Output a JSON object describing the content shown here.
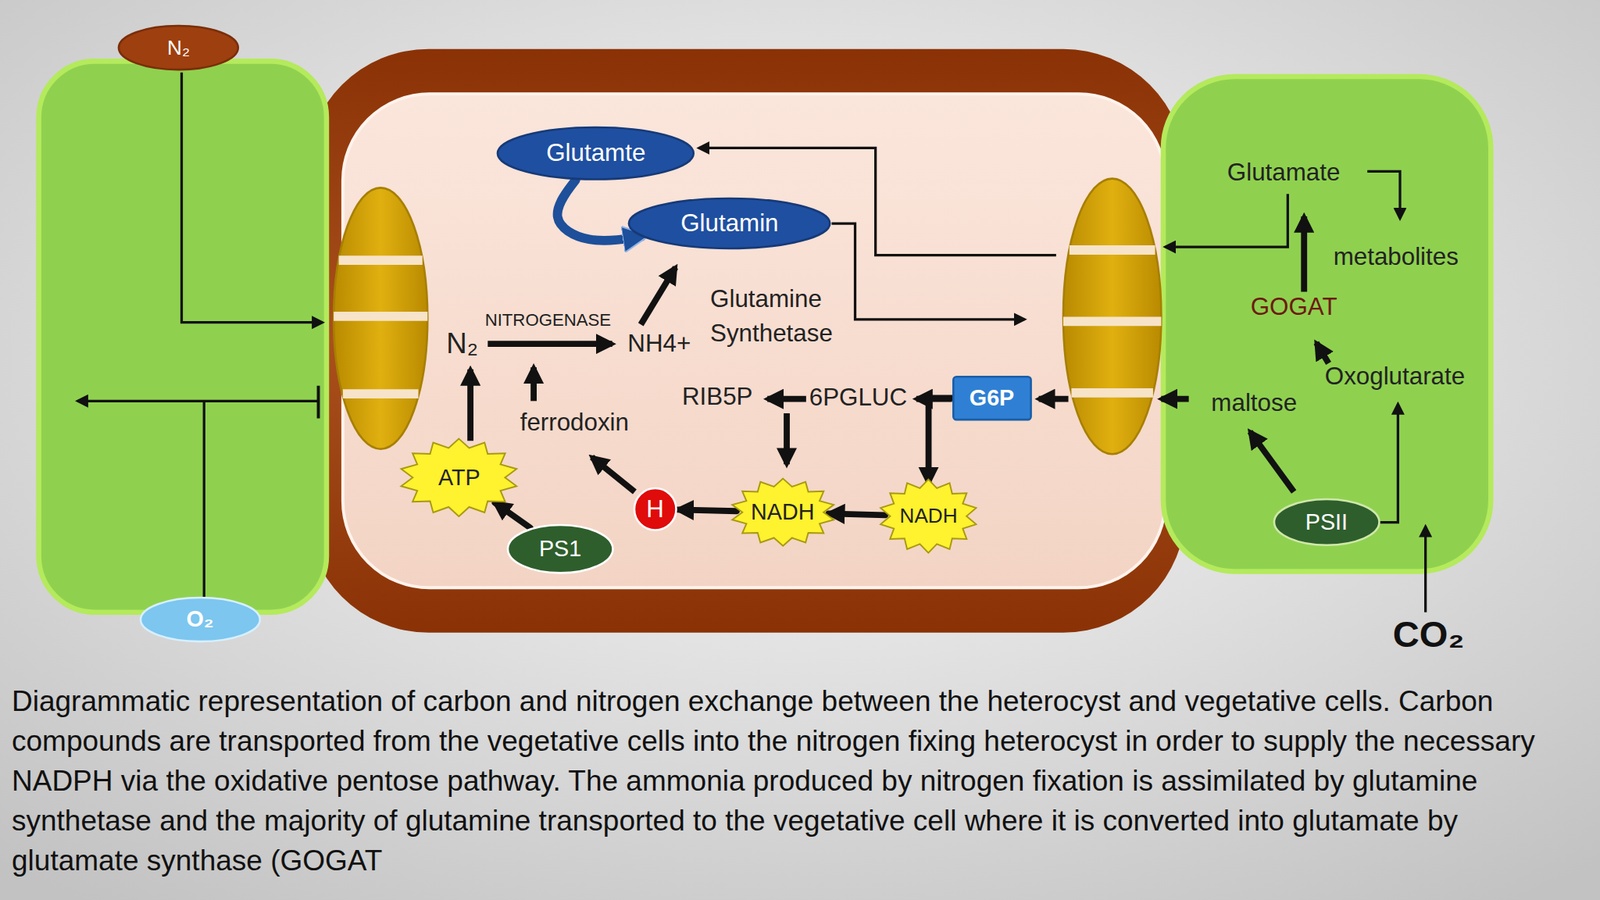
{
  "diagram": {
    "caption": "Diagrammatic representation of carbon and nitrogen exchange between the heterocyst and vegetative cells. Carbon compounds are transported from the vegetative cells into the nitrogen fixing heterocyst in order to supply the necessary NADPH via the oxidative pentose pathway. The ammonia produced by nitrogen fixation is assimilated by glutamine synthetase and the majority of glutamine transported to the vegetative cell where it is converted into glutamate by glutamate synthase (GOGAT",
    "nodes": [
      {
        "text": [
          "N₂"
        ]
      },
      {
        "text": [
          "Glutamte"
        ]
      },
      {
        "text": [
          "Glutamin"
        ]
      },
      {
        "text": [
          "G6P"
        ]
      },
      {
        "text": [
          "ATP"
        ]
      },
      {
        "text": [
          "H"
        ]
      },
      {
        "text": [
          "NADH"
        ]
      },
      {
        "text": [
          "NADH"
        ]
      },
      {
        "text": [
          "PSII"
        ]
      },
      {
        "text": [
          "PS1"
        ]
      },
      {
        "text": [
          "O₂"
        ]
      }
    ],
    "edges": [
      {
        "from": 9,
        "to": 4,
        "arrow": "to"
      },
      {
        "from": 7,
        "to": 6,
        "arrow": "to"
      },
      {
        "from": 6,
        "to": 5,
        "arrow": "to"
      },
      {
        "from": 3,
        "to": 7,
        "arrow": "to"
      },
      {
        "from": 1,
        "to": 2,
        "arrow": "to"
      }
    ],
    "labels": [
      "N₂",
      "NITROGENASE",
      "NH4+",
      "Glutamine Synthetase",
      "ferrodoxin",
      "RIB5P",
      "6PGLUC",
      "Glutamate",
      "metabolites",
      "GOGAT",
      "Oxoglutarate",
      "maltose",
      "CO₂"
    ]
  }
}
